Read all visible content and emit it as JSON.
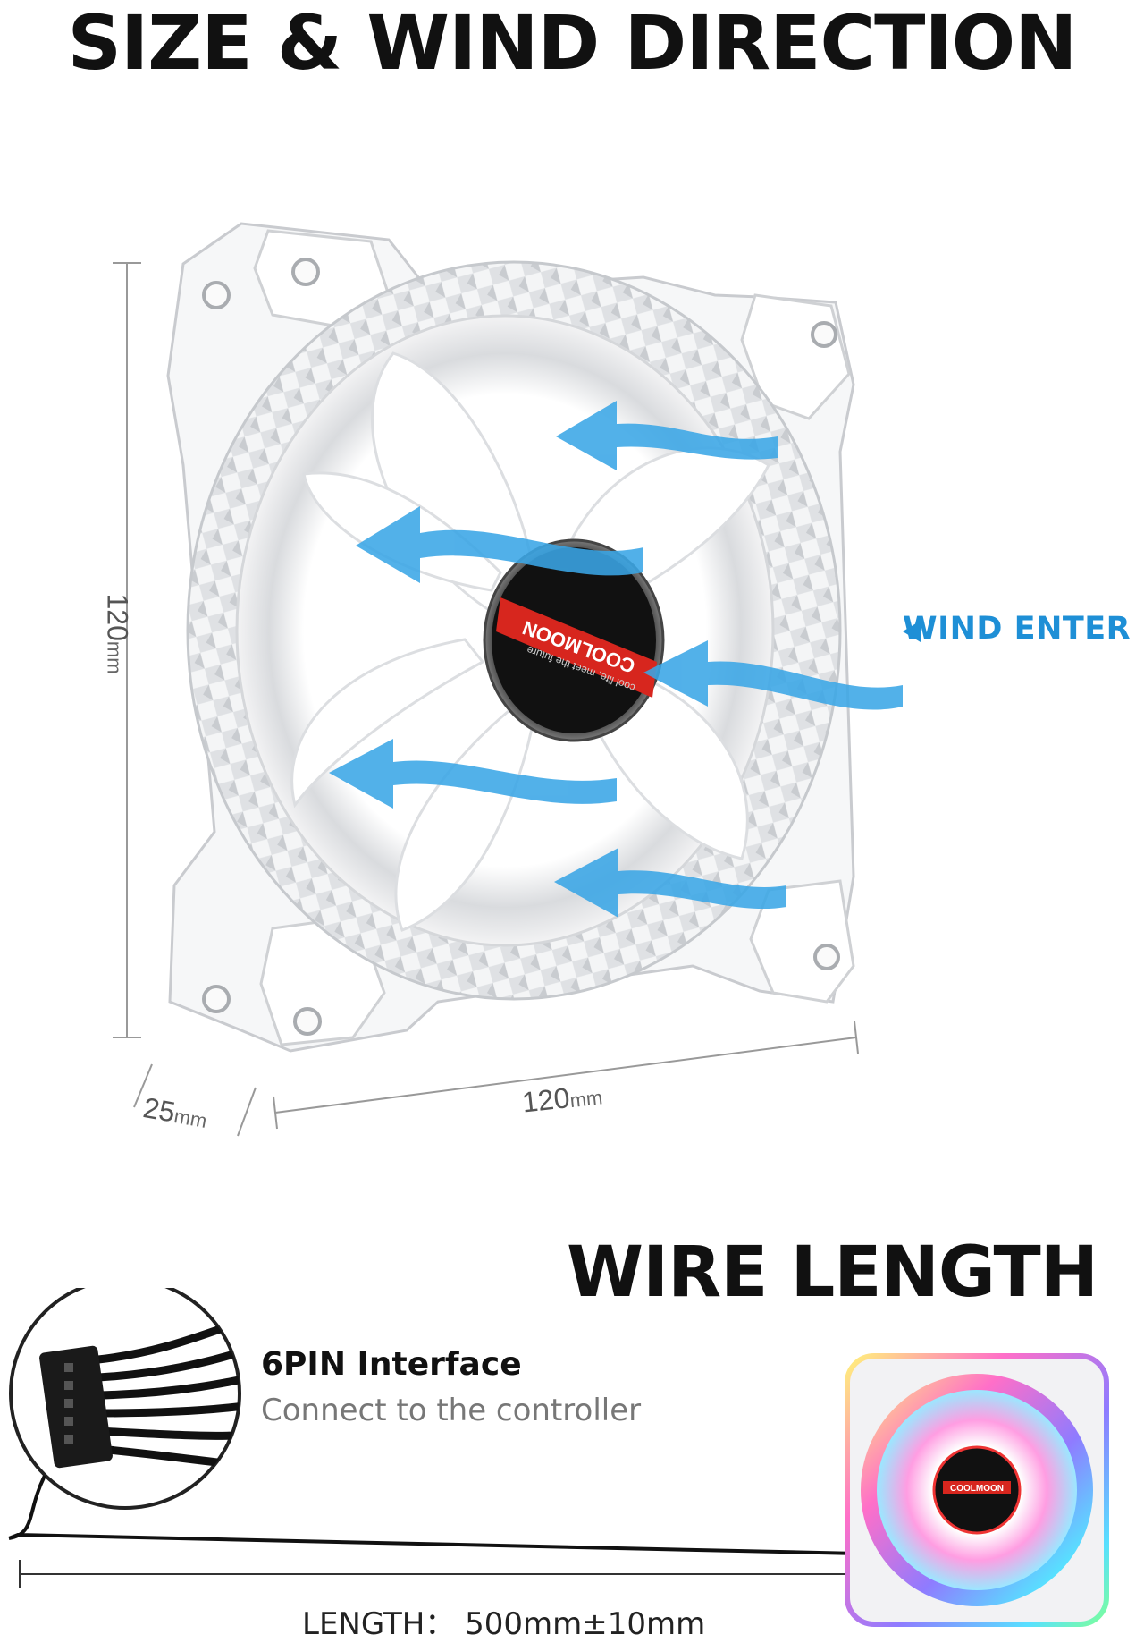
{
  "heading_top": "SIZE & WIND DIRECTION",
  "heading_wire": "WIRE LENGTH",
  "dimensions": {
    "height_value": "120",
    "height_unit": "mm",
    "width_value": "120",
    "width_unit": "mm",
    "depth_value": "25",
    "depth_unit": "mm"
  },
  "wind_label": "WIND ENTER",
  "hub_brand": "COOLMOON",
  "hub_tagline": "cool life, meet the future",
  "connector": {
    "title": "6PIN Interface",
    "subtitle": "Connect to the controller"
  },
  "length_text": "LENGTH： 500mm±10mm",
  "colors": {
    "wind_arrow": "#3aa6e6",
    "wind_label": "#1e8fd6",
    "hub_red": "#d7261e",
    "frame": "#e9eaec"
  },
  "icons": [
    "wind-arrow-icon",
    "triangle-left-icon",
    "connector-icon"
  ]
}
